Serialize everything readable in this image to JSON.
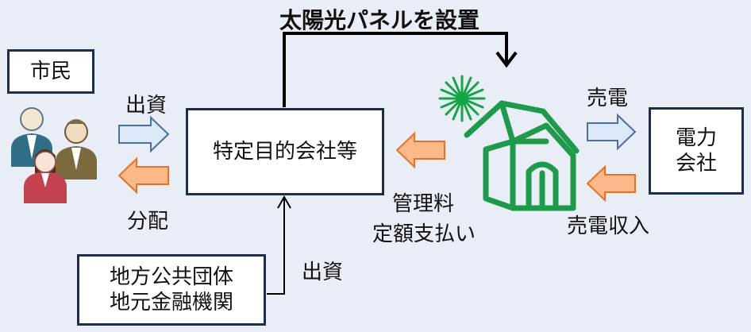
{
  "title": "太陽光パネルを設置",
  "nodes": {
    "citizens": "市民",
    "spc": "特定目的会社等",
    "power_company_line1": "電力",
    "power_company_line2": "会社",
    "local_gov_line1": "地方公共団体",
    "local_gov_line2": "地元金融機関"
  },
  "labels": {
    "investment_citizens": "出資",
    "distribution": "分配",
    "investment_local": "出資",
    "management_fee_line1": "管理料",
    "management_fee_line2": "定額支払い",
    "power_sale": "売電",
    "power_sale_income": "売電収入"
  },
  "colors": {
    "background": "#e9eef6",
    "box_border": "#1f2d4d",
    "blue_arrow_fill": "#dbe8f6",
    "blue_arrow_stroke": "#4a6fa0",
    "orange_arrow_fill": "#fbb98a",
    "orange_arrow_stroke": "#e8702a",
    "house_green": "#1f9a4c",
    "sun_green": "#17a348"
  },
  "icons": [
    "people-icon",
    "house-icon",
    "sun-icon"
  ]
}
